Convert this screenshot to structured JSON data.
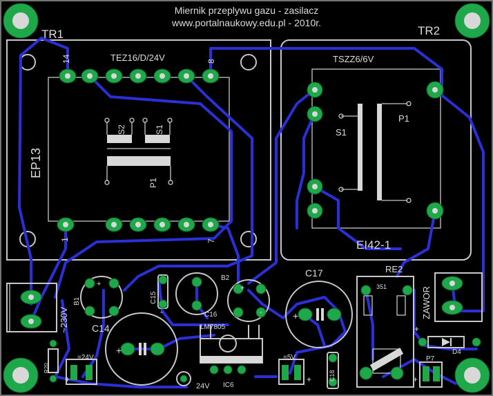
{
  "title_line1": "Miernik przeplywu gazu - zasilacz",
  "title_line2": "www.portalnaukowy.edu.pl - 2010r.",
  "labels": {
    "tr1": "TR1",
    "tr2": "TR2",
    "tez": "TEZ16/D/24V",
    "ep13": "EP13",
    "pin14": "14",
    "pin8": "8",
    "pin1": "1",
    "pin7": "7",
    "s1a": "S1",
    "s2a": "S2",
    "p1a": "P1",
    "tszz": "TSZZ6/6V",
    "s1b": "S1",
    "p1b": "P1",
    "ei42": "EI42-1",
    "v230": "~230V",
    "b1": "B1",
    "c14": "C14",
    "c15": "C15",
    "c16": "C16",
    "b2": "B2",
    "c17": "C17",
    "re2": "RE2",
    "re2num": "351",
    "zawor": "ZAWOR",
    "lm": "LM7805",
    "ic6": "IC6",
    "v24a": "=24V",
    "v24b": "24V",
    "v5": "=5V",
    "c18": "C18",
    "r20": "R20",
    "p7": "P7",
    "d4": "D4",
    "plus": "+",
    "minus": "-",
    "tilde": "~"
  }
}
